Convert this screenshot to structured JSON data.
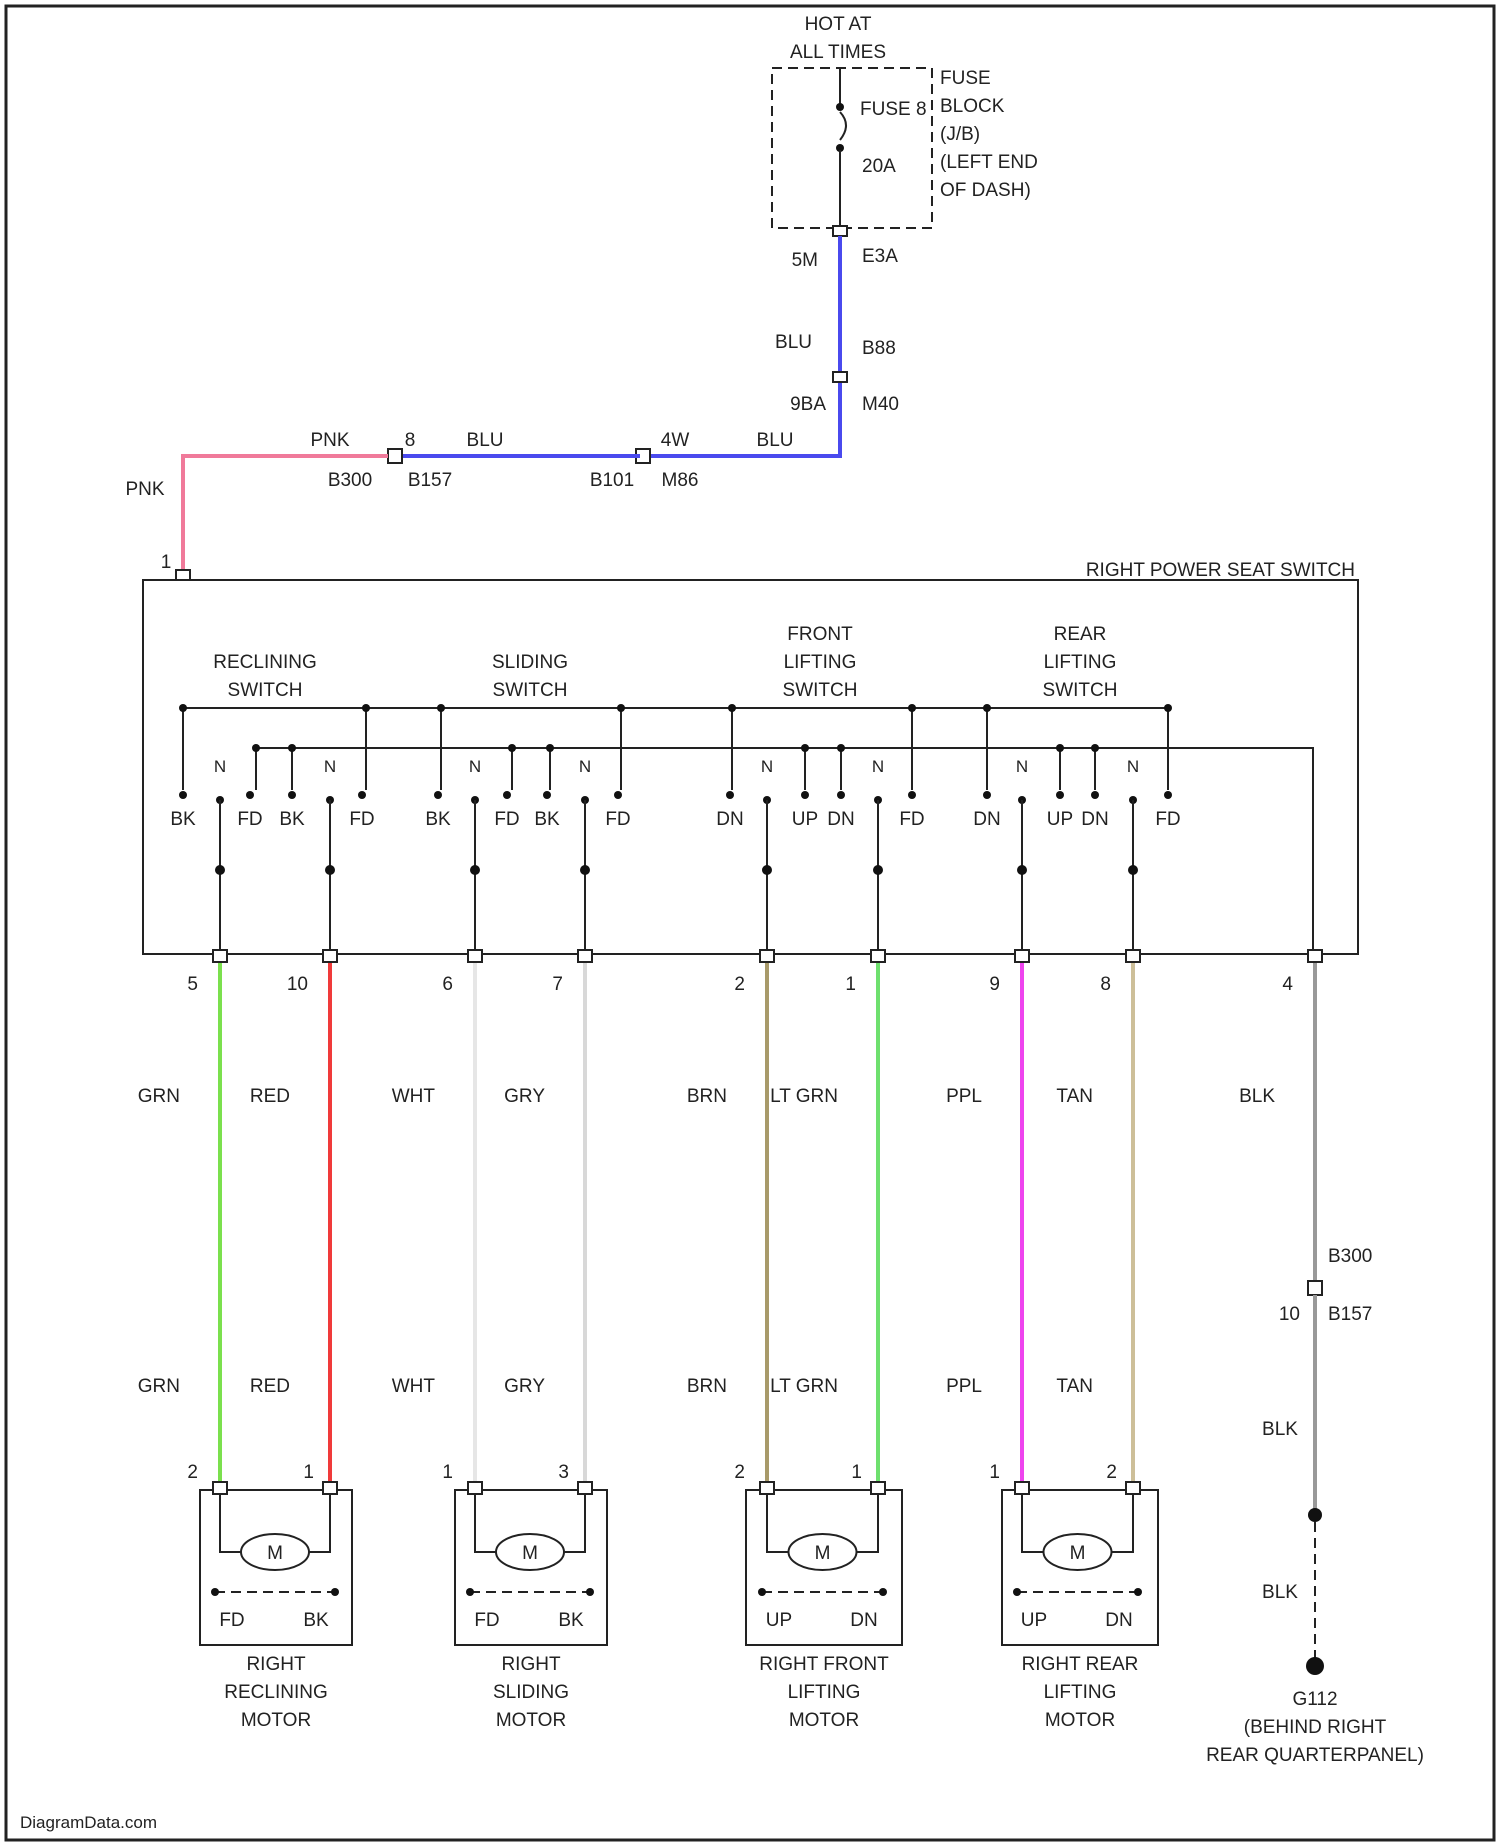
{
  "power_source": {
    "hot_label_1": "HOT AT",
    "hot_label_2": "ALL TIMES",
    "fuse_name": "FUSE 8",
    "fuse_rating": "20A",
    "fuse_block_lines": [
      "FUSE",
      "BLOCK",
      "(J/B)",
      "(LEFT END",
      "OF DASH)"
    ]
  },
  "feed_wire": {
    "pin_top": "5M",
    "conn_top": "E3A",
    "color_1": "BLU",
    "conn_mid": "B88",
    "pin_mid": "9BA",
    "conn_mid2": "M40",
    "pin_a": "8",
    "color_2": "BLU",
    "pin_b": "4W",
    "color_3": "BLU",
    "conn_a1": "B300",
    "conn_a2": "B157",
    "conn_b1": "B101",
    "conn_b2": "M86",
    "pnk_1": "PNK",
    "pnk_2": "PNK",
    "switch_pin": "1"
  },
  "switch_block": {
    "title": "RIGHT POWER SEAT SWITCH",
    "groups": [
      {
        "line1": "RECLINING",
        "line2": "SWITCH"
      },
      {
        "line1": "SLIDING",
        "line2": "SWITCH"
      },
      {
        "line1": "FRONT",
        "line2": "LIFTING",
        "line3": "SWITCH"
      },
      {
        "line1": "REAR",
        "line2": "LIFTING",
        "line3": "SWITCH"
      }
    ],
    "contacts": [
      "BK",
      "N",
      "FD",
      "BK",
      "N",
      "FD",
      "BK",
      "N",
      "FD",
      "BK",
      "N",
      "FD",
      "DN",
      "N",
      "UP",
      "DN",
      "N",
      "FD",
      "DN",
      "N",
      "UP",
      "DN",
      "N",
      "FD"
    ]
  },
  "output_pins": [
    "5",
    "10",
    "6",
    "7",
    "2",
    "1",
    "9",
    "8",
    "4"
  ],
  "wires": [
    {
      "upper": "GRN",
      "lower": "GRN",
      "color": "#7be04d"
    },
    {
      "upper": "RED",
      "lower": "RED",
      "color": "#f03a3a"
    },
    {
      "upper": "WHT",
      "lower": "WHT",
      "color": "#e6e6e6"
    },
    {
      "upper": "GRY",
      "lower": "GRY",
      "color": "#d8d8d8"
    },
    {
      "upper": "BRN",
      "lower": "BRN",
      "color": "#a89a6a"
    },
    {
      "upper": "LT GRN",
      "lower": "LT GRN",
      "color": "#6ee06e"
    },
    {
      "upper": "PPL",
      "lower": "PPL",
      "color": "#ee44ee"
    },
    {
      "upper": "TAN",
      "lower": "TAN",
      "color": "#cdbf99"
    },
    {
      "upper": "BLK",
      "lower": "",
      "color": "#999999"
    }
  ],
  "ground_path": {
    "conn_1": "B300",
    "pin": "10",
    "conn_2": "B157",
    "blk_1": "BLK",
    "blk_2": "BLK",
    "ground_name": "G112",
    "ground_loc_1": "(BEHIND RIGHT",
    "ground_loc_2": "REAR QUARTERPANEL)"
  },
  "motors": [
    {
      "pin_left": "2",
      "pin_right": "1",
      "symbol": "M",
      "dir_left": "FD",
      "dir_right": "BK",
      "name": [
        "RIGHT",
        "RECLINING",
        "MOTOR"
      ]
    },
    {
      "pin_left": "1",
      "pin_right": "3",
      "symbol": "M",
      "dir_left": "FD",
      "dir_right": "BK",
      "name": [
        "RIGHT",
        "SLIDING",
        "MOTOR"
      ]
    },
    {
      "pin_left": "2",
      "pin_right": "1",
      "symbol": "M",
      "dir_left": "UP",
      "dir_right": "DN",
      "name": [
        "RIGHT FRONT",
        "LIFTING",
        "MOTOR"
      ]
    },
    {
      "pin_left": "1",
      "pin_right": "2",
      "symbol": "M",
      "dir_left": "UP",
      "dir_right": "DN",
      "name": [
        "RIGHT REAR",
        "LIFTING",
        "MOTOR"
      ]
    }
  ],
  "colors": {
    "feed_blue": "#4a4aee",
    "feed_pink": "#f07a9a"
  },
  "footer": {
    "watermark": "DiagramData.com"
  }
}
